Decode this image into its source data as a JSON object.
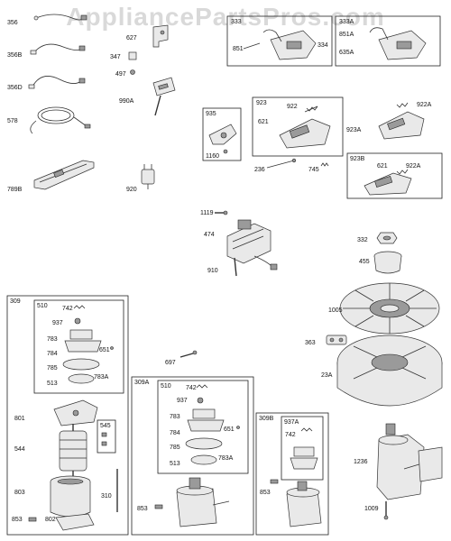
{
  "watermark": "AppliancePartsPros.com",
  "labels": {
    "p356": "356",
    "p356B": "356B",
    "p356D": "356D",
    "p578": "578",
    "p789B": "789B",
    "p627": "627",
    "p347": "347",
    "p497": "497",
    "p990A": "990A",
    "p920": "920",
    "p333": "333",
    "p851": "851",
    "p334": "334",
    "p333A": "333A",
    "p851A": "851A",
    "p635A": "635A",
    "p935": "935",
    "p1160": "1160",
    "p923": "923",
    "p621": "621",
    "p922": "922",
    "p236": "236",
    "p745": "745",
    "p922A": "922A",
    "p923A": "923A",
    "p923B": "923B",
    "p621b": "621",
    "p922Ab": "922A",
    "p1119": "1119",
    "p474": "474",
    "p910": "910",
    "p332": "332",
    "p455": "455",
    "p1005": "1005",
    "p363": "363",
    "p23A": "23A",
    "p309": "309",
    "p510": "510",
    "p742": "742",
    "p937": "937",
    "p783": "783",
    "p651": "651",
    "p784": "784",
    "p785": "785",
    "p513": "513",
    "p783A": "783A",
    "p801": "801",
    "p545": "545",
    "p544": "544",
    "p803": "803",
    "p310": "310",
    "p853": "853",
    "p802": "802",
    "p697": "697",
    "p309A": "309A",
    "p510b": "510",
    "p742b": "742",
    "p937b": "937",
    "p783b": "783",
    "p651b": "651",
    "p784b": "784",
    "p785b": "785",
    "p513b": "513",
    "p783Ab": "783A",
    "p853b": "853",
    "p309B": "309B",
    "p937A": "937A",
    "p742c": "742",
    "p853c": "853",
    "p1236": "1236",
    "p1009": "1009"
  }
}
